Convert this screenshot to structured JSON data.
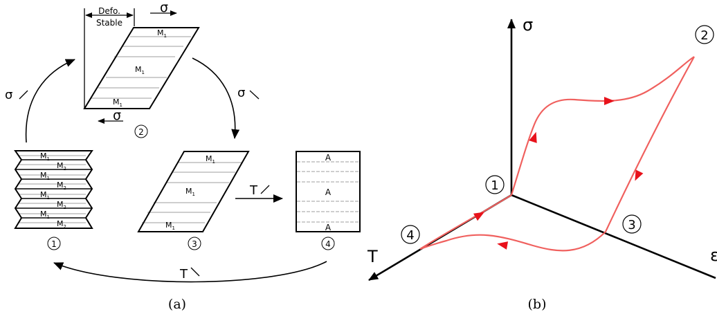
{
  "panel_a": {
    "caption": "(a)",
    "state_2": {
      "num": "2",
      "label_line1": "Defo.",
      "label_line2": "Stable",
      "sigma_top": "σ",
      "sigma_bottom": "σ",
      "layer_labels": [
        "M",
        "M",
        "M"
      ],
      "subscript": "1"
    },
    "state_1": {
      "num": "1",
      "layer_labels": [
        "M",
        "M",
        "M",
        "M",
        "M",
        "M",
        "M",
        "M"
      ],
      "subscripts": [
        "1",
        "2",
        "1",
        "2",
        "1",
        "2",
        "1",
        "2"
      ]
    },
    "state_3": {
      "num": "3",
      "layer_labels": [
        "M",
        "M",
        "M"
      ],
      "subscript": "1"
    },
    "state_4": {
      "num": "4",
      "layer_labels": [
        "A",
        "A",
        "A"
      ]
    },
    "transitions": {
      "load": "σ",
      "unload": "σ",
      "heat": "T",
      "cool": "T"
    }
  },
  "panel_b": {
    "caption": "(b)",
    "axes": {
      "vertical": "σ",
      "depth": "T",
      "horizontal": "ε"
    },
    "points": [
      "1",
      "2",
      "3",
      "4"
    ],
    "curve_color": "#f0605e",
    "arrow_color": "#e8121b"
  }
}
